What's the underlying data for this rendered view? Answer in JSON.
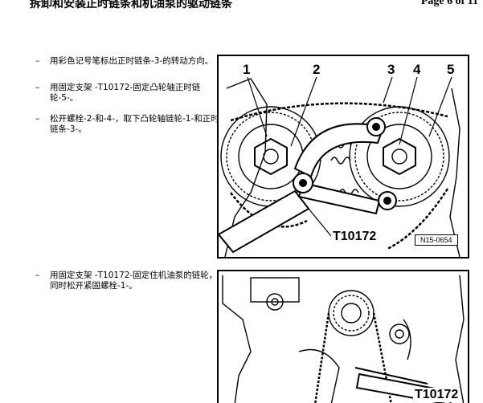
{
  "header": {
    "title": "拆卸和安装正时链条和机油泵的驱动链条",
    "page": "Page 6 of 11"
  },
  "steps": [
    {
      "bullet": "–",
      "text": "用彩色记号笔标出正时链条-3-的转动方向。"
    },
    {
      "bullet": "–",
      "text": "用固定支架 -T10172-固定凸轮轴正时链轮-5-。"
    },
    {
      "bullet": "–",
      "text": "松开螺栓-2-和-4-，取下凸轮轴链轮-1-和正时链条-3-。"
    },
    {
      "bullet": "–",
      "text": "用固定支架 -T10172-固定住机油泵的链轮，同时松开紧固螺栓-1-。"
    }
  ],
  "figure1": {
    "callouts": [
      "1",
      "2",
      "3",
      "4",
      "5"
    ],
    "tool_label": "T10172",
    "ref": "N15-0654"
  },
  "figure2": {
    "tool_label": "T10172"
  }
}
